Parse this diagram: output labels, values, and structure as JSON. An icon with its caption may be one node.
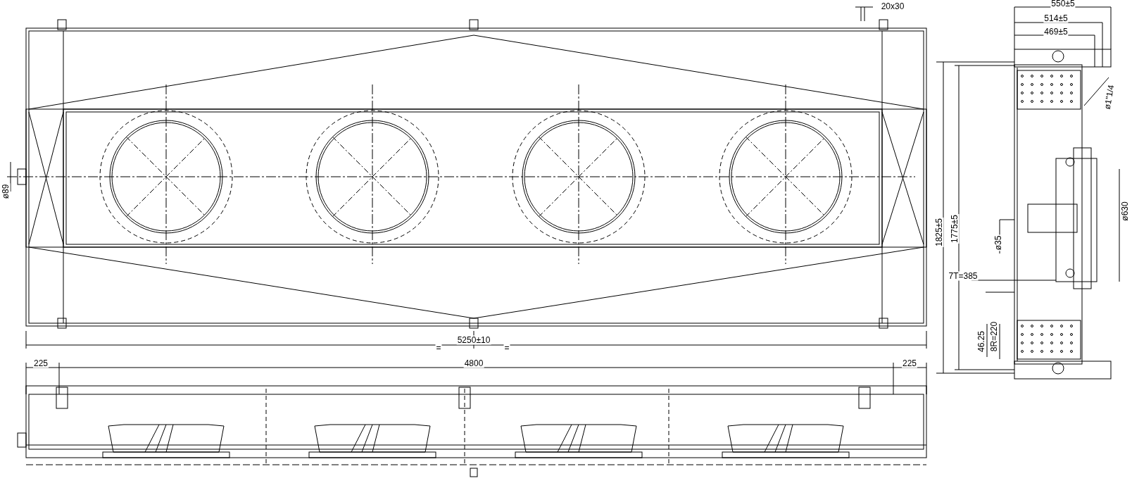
{
  "diagram": {
    "labels": [
      "20x30",
      "550±5",
      "514±5",
      "469±5",
      "ø1\"1/4",
      "ø89",
      "1825±5",
      "1775±5",
      "ø630",
      "ø35",
      "7T=385",
      "46.25",
      "8R=220",
      "5250±10",
      "=",
      "=",
      "225",
      "4800",
      "225"
    ]
  }
}
